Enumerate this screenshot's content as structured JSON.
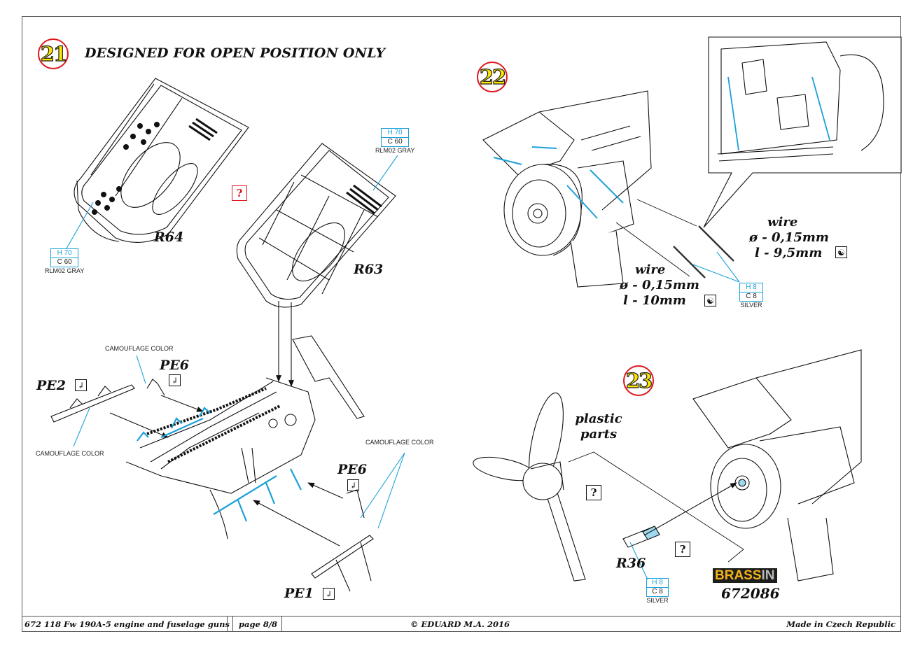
{
  "page": {
    "accent_red": "#e0161b",
    "paint_blue": "#1ba1d9",
    "step_yellow": "#ffe600"
  },
  "step21": {
    "number": "21",
    "heading": "DESIGNED FOR OPEN POSITION ONLY",
    "parts": {
      "r64": "R64",
      "r63": "R63",
      "pe2": "PE2",
      "pe6_top": "PE6",
      "pe6_right": "PE6",
      "pe1": "PE1"
    },
    "paint_left": {
      "h": "H 70",
      "c": "C 60",
      "name": "RLM02 GRAY"
    },
    "paint_right": {
      "h": "H 70",
      "c": "C 60",
      "name": "RLM02 GRAY"
    },
    "camo_labels": [
      "CAMOUFLAGE COLOR",
      "CAMOUFLAGE COLOR",
      "CAMOUFLAGE COLOR"
    ],
    "question_mark": "?",
    "bend_symbol": "↲"
  },
  "step22": {
    "number": "22",
    "wire_a": {
      "label": "wire",
      "diameter": "ø - 0,15mm",
      "length": "l - 9,5mm"
    },
    "wire_b": {
      "label": "wire",
      "diameter": "ø - 0,15mm",
      "length": "l - 10mm"
    },
    "paint": {
      "h": "H 8",
      "c": "C 8",
      "name": "SILVER"
    },
    "wire_symbol": "☯"
  },
  "step23": {
    "number": "23",
    "plastic_label_1": "plastic",
    "plastic_label_2": "parts",
    "part": "R36",
    "paint": {
      "h": "H 8",
      "c": "C 8",
      "name": "SILVER"
    },
    "question_marks": [
      "?",
      "?"
    ],
    "brassin": {
      "brass": "BRASS",
      "in": "IN",
      "code": "672086",
      "brass_color": "#f2b418",
      "in_color": "#b9b9b9"
    }
  },
  "footer": {
    "kit": "672 118  Fw 190A-5 engine and fuselage guns",
    "page": "page 8/8",
    "copyright": "© EDUARD  M.A. 2016",
    "origin": "Made in Czech Republic"
  }
}
